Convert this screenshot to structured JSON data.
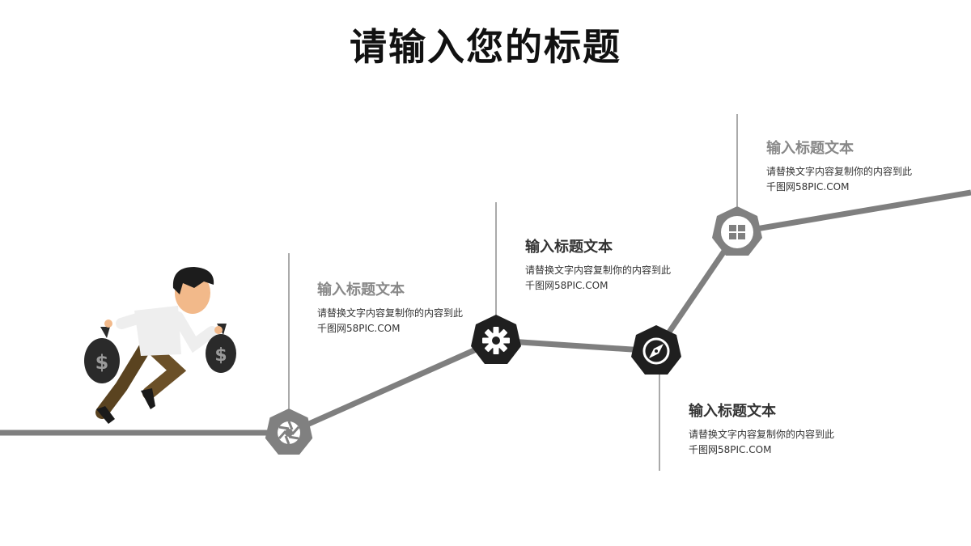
{
  "title": "请输入您的标题",
  "colors": {
    "line": "#7f7f7f",
    "gray_node": "#808080",
    "dark_node": "#1f1f1f",
    "title": "#111111"
  },
  "milestones": [
    {
      "icon": "aperture-icon",
      "heading": "输入标题文本",
      "text1": "请替换文字内容复制你的内容到此",
      "text2": "千图网58PIC.COM"
    },
    {
      "icon": "gear-icon",
      "heading": "输入标题文本",
      "text1": "请替换文字内容复制你的内容到此",
      "text2": "千图网58PIC.COM"
    },
    {
      "icon": "compass-icon",
      "heading": "输入标题文本",
      "text1": "请替换文字内容复制你的内容到此",
      "text2": "千图网58PIC.COM"
    },
    {
      "icon": "window-icon",
      "heading": "输入标题文本",
      "text1": "请替换文字内容复制你的内容到此",
      "text2": "千图网58PIC.COM"
    }
  ],
  "illustration": {
    "name": "man-running-with-money-bags",
    "bag_symbol": "$"
  }
}
